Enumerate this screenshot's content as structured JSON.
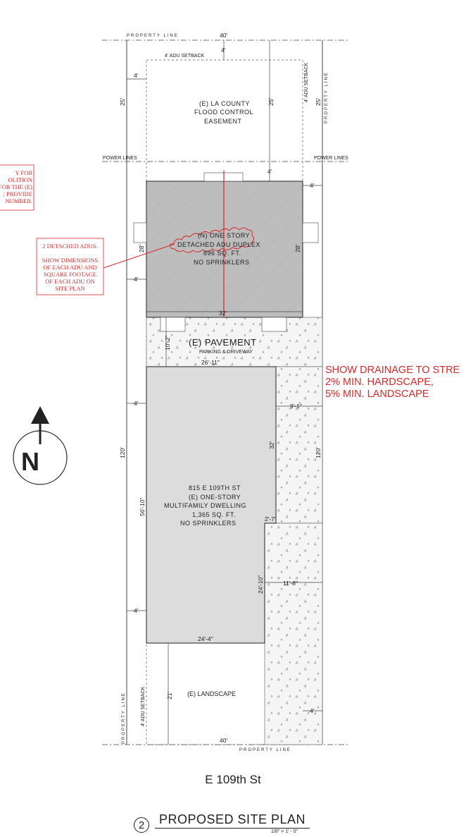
{
  "labels": {
    "property_line_top": "PROPERTY LINE",
    "property_line_bottom": "PROPERTY LINE",
    "property_line_right": "PROPERTY LINE",
    "property_line_left": "PROPERTY LINE",
    "adu_setback_top": "4' ADU SETBACK",
    "adu_setback_right": "4' ADU SETBACK",
    "adu_setback_left": "4' ADU SETBACK",
    "power_lines_left": "POWER LINES",
    "power_lines_right": "POWER LINES",
    "easement_line1": "(E) LA COUNTY",
    "easement_line2": "FLOOD CONTROL",
    "easement_line3": "EASEMENT",
    "adu_line1": "(N) ONE STORY",
    "adu_line2": "DETACHED ADU DUPLEX",
    "adu_line3": "896 SQ. FT.",
    "adu_line4": "NO SPRINKLERS",
    "pavement_title": "(E) PAVEMENT",
    "pavement_sub": "PARKING & DRIVEWAY",
    "dwelling_line1": "815 E 109TH ST",
    "dwelling_line2": "(E) ONE-STORY",
    "dwelling_line3": "MULTIFAMILY DWELLING",
    "dwelling_line4": "1,365 SQ. FT.",
    "dwelling_line5": "NO SPRINKLERS",
    "landscape": "(E) LANDSCAPE",
    "north": "N"
  },
  "dimensions": {
    "top_width": "40'",
    "bottom_width": "40'",
    "top_setback": "4'",
    "left_setback_top": "4'",
    "easement_depth_left": "25'",
    "easement_depth_center": "25'",
    "easement_depth_right": "25'",
    "adu_gap": "4'",
    "adu_right": "4'",
    "adu_depth_left": "28'",
    "adu_depth_right": "28'",
    "adu_left_lower": "4'",
    "adu_width": "32'",
    "pavement_depth": "10'-2\"",
    "dwelling_top_width": "26'-11\"",
    "driveway_width": "9'-1\"",
    "dwelling_left_upper": "4'",
    "lot_depth_left": "120'",
    "lot_depth_right": "120'",
    "dwelling_right_upper": "32'",
    "dwelling_depth": "56'-10\"",
    "notch": "2'-7\"",
    "dwelling_right_lower": "24'-10\"",
    "side_yard": "11'-8\"",
    "dwelling_left_lower": "4'",
    "dwelling_bottom_width": "24'-4\"",
    "landscape_depth": "21'",
    "bottom_right_setback": "4'"
  },
  "notes": {
    "partial_note": [
      "Y FOR",
      "OLITION",
      "FOR THE (E)",
      "; PROVIDE",
      "NUMBER."
    ],
    "adu_note": [
      "2 DETACHED ADUS.",
      "",
      "SHOW DIMENSIONS",
      "OF EACH ADU AND",
      "SQUARE FOOTAGE",
      "OF EACH ADU ON",
      "SITE PLAN"
    ],
    "drainage": [
      "SHOW DRAINAGE TO STRE",
      "2% MIN. HARDSCAPE,",
      "5% MIN. LANDSCAPE"
    ]
  },
  "street": "E 109th St",
  "title": {
    "number": "2",
    "text": "PROPOSED SITE PLAN",
    "scale": "1/8\" = 1' - 0\""
  },
  "colors": {
    "adu_fill": "#bdbdbd",
    "dwelling_fill": "#dcdcdc",
    "concrete_fill": "#f3f3f3",
    "redline": "#d42b2b"
  }
}
